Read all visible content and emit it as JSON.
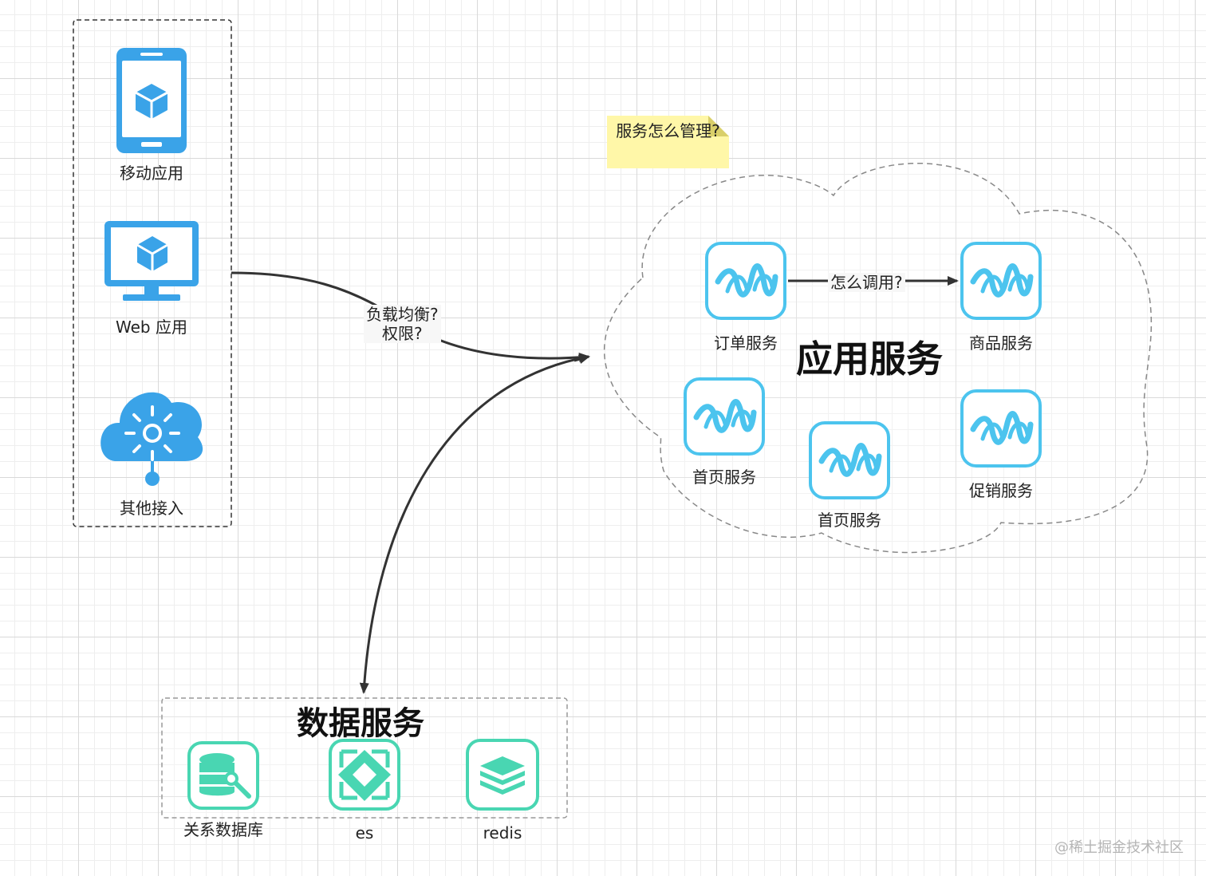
{
  "clients": {
    "mobile": "移动应用",
    "web": "Web 应用",
    "other": "其他接入"
  },
  "note": "服务怎么管理?",
  "edges": {
    "gateway": "负载均衡?\n权限?",
    "call": "怎么调用?"
  },
  "app_cluster": {
    "title": "应用服务",
    "services": [
      "订单服务",
      "商品服务",
      "首页服务",
      "首页服务",
      "促销服务"
    ]
  },
  "data_services": {
    "title": "数据服务",
    "items": [
      {
        "label": "关系数据库",
        "icon": "database-wrench-icon"
      },
      {
        "label": "es",
        "icon": "elasticsearch-icon"
      },
      {
        "label": "redis",
        "icon": "redis-layers-icon"
      }
    ]
  },
  "colors": {
    "client_blue": "#3aa3e8",
    "service_blue": "#4cc4ee",
    "data_green": "#49d6b2",
    "note_yellow": "#fff7a8"
  },
  "watermark": "@稀土掘金技术社区"
}
